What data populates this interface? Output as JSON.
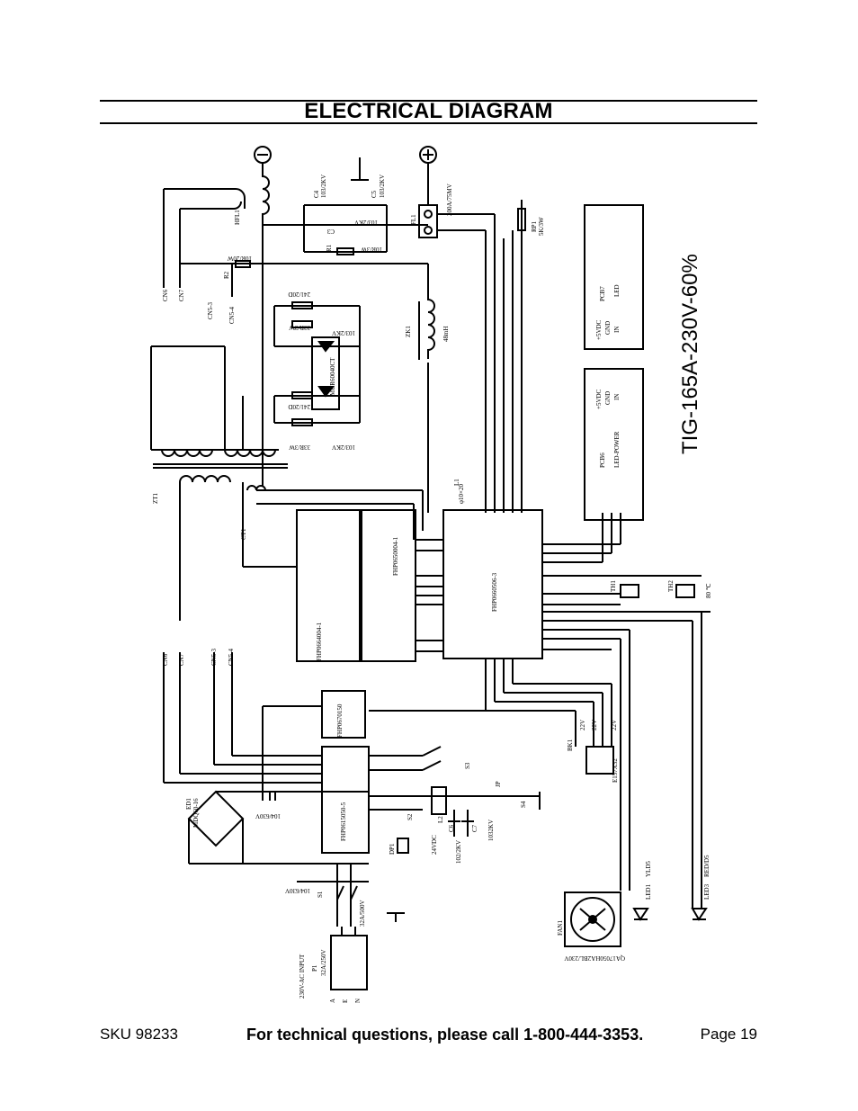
{
  "header": {
    "title": "ELECTRICAL DIAGRAM"
  },
  "diagram": {
    "model_label": "TIG-165A-230V-60%",
    "components": {
      "hfl1": "HFL1",
      "c4": "C4",
      "c4_rating": "103/2KV",
      "c5": "C5",
      "c5_rating": "103/2KV",
      "c3": "C3",
      "c3_rating": "103/2KV",
      "r1": "R1",
      "r1_rating": "10R/3W",
      "r2": "R2",
      "r2_rating": "10R/20W",
      "fl1": "FL1",
      "fl1_rating": "200A/75MV",
      "rp1": "RP1",
      "rp1_rating": "5K/3W",
      "zk1": "ZK1",
      "zk1_rating": "48mH",
      "l1": "L1",
      "l1_rating": "φ10×20",
      "zt1": "ZT1",
      "ct1": "CT1",
      "snub_r1": "241/20D",
      "snub_r2": "33R/3W",
      "snub_c1": "103/2KV",
      "snub_r3": "241/20D",
      "snub_r4": "33R/3W",
      "snub_c2": "103/2KV",
      "diode_module": "MUR60040CT",
      "cn6": "CN6",
      "cn7": "CN7",
      "cn5_3": "CN5-3",
      "cn5_4": "CN5-4",
      "board1": "FHP0664004-1",
      "board2": "FHP0650004-1",
      "board3": "FHP0660506-3",
      "board4": "FHP0670150",
      "board5": "FHP0615050-5",
      "pcb7": "PCB7",
      "pcb7_led": "LED",
      "pcb6": "PCB6",
      "pcb6_label": "LED-POWER",
      "pwr_5vdc": "+5VDC",
      "pwr_gnd": "GND",
      "pwr_in": "IN",
      "th1": "TH1",
      "th2": "TH2",
      "th_temp": "80 ℃",
      "ed1": "ED1",
      "ed1_part": "MDQ60-16",
      "cap_104_630v": "104/630V",
      "s1": "S1",
      "s1_rating": "32A/500V",
      "p1": "P1",
      "p1_rating": "32A/250V",
      "ac_input": "230V-AC INPUT",
      "plug_a": "A",
      "plug_e": "E",
      "plug_n": "N",
      "fan1": "FAN1",
      "fan_part": "QA17050HA2BL/230V",
      "led1": "LED1",
      "led1_color": "YLD5",
      "led3": "LED3",
      "led3_color": "RED/D5",
      "bk1": "BK1",
      "bk_part": "E157X32",
      "v22": "22V",
      "s3": "S3",
      "s2": "S2",
      "s4": "S4",
      "jp": "JP",
      "l2": "L2",
      "c6": "C6",
      "c6_rating": "102/2KV",
      "c7": "C7",
      "c7_rating": "1032KV",
      "dp1": "DP1",
      "dp1_rating": "24VDC"
    }
  },
  "footer": {
    "sku": "SKU 98233",
    "tech_line": "For technical questions, please call 1-800-444-3353.",
    "page": "Page 19"
  }
}
